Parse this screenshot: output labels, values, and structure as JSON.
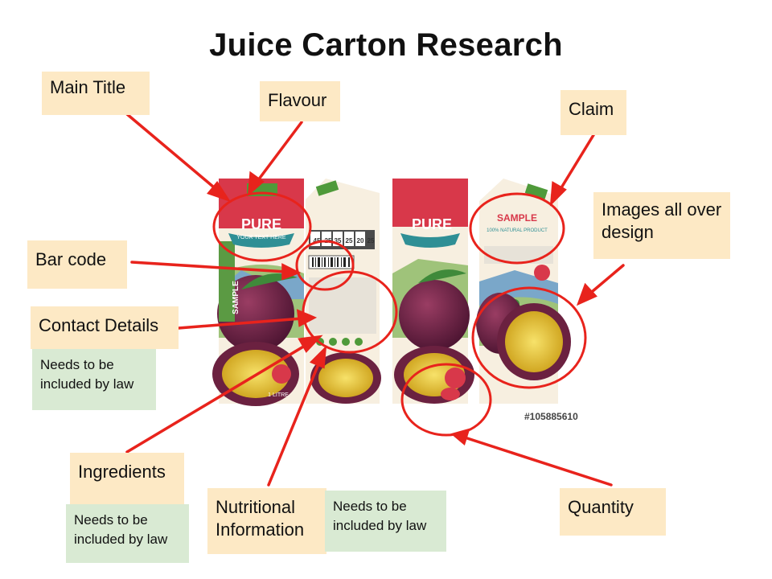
{
  "slide": {
    "title": "Juice Carton Research"
  },
  "labels": {
    "main_title": "Main Title",
    "flavour": "Flavour",
    "claim": "Claim",
    "images": "Images all over design",
    "bar_code": "Bar code",
    "contact_details": "Contact Details",
    "ingredients": "Ingredients",
    "nutritional": "Nutritional Information",
    "quantity": "Quantity"
  },
  "notes": {
    "contact_law": "Needs to be included by law",
    "ingredients_law": "Needs to be included by law",
    "nutritional_law": "Needs to be included by law"
  },
  "carton": {
    "brand_1": "PURE",
    "brand_2": "PURE",
    "tagline": "YOUR TEXT HERE",
    "sample": "SAMPLE",
    "natural": "100% NATURAL PRODUCT",
    "side_text": "SAMPLE",
    "volume": "1 LITRE",
    "nutri_1": "45",
    "nutri_2": "25",
    "nutri_3": "35",
    "nutri_4": "25",
    "nutri_5": "20",
    "nutri_6": "25"
  },
  "stock_id": "#105885610",
  "colors": {
    "label_bg": "#fde9c5",
    "note_bg": "#d9ead3",
    "annotation_red": "#e8231c",
    "carton_red": "#d8384a",
    "passion_fruit": "#6b2140",
    "pulp_yellow": "#e8c735"
  }
}
